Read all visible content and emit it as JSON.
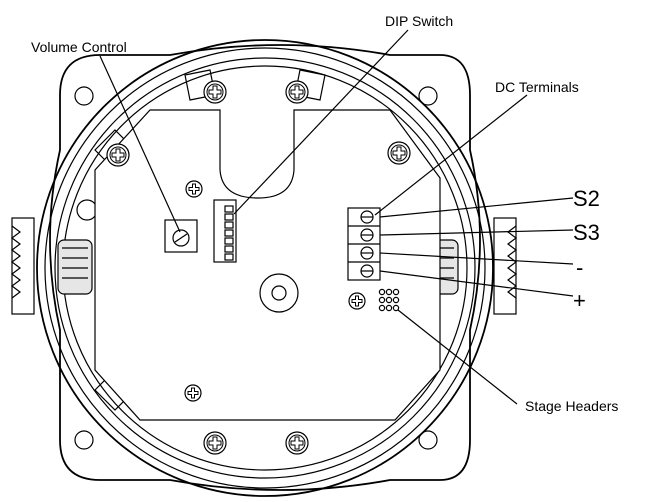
{
  "labels": {
    "dip_switch": "DIP Switch",
    "volume_control": "Volume Control",
    "dc_terminals": "DC Terminals",
    "s2": "S2",
    "s3": "S3",
    "minus": "-",
    "plus": "+",
    "stage_headers": "Stage Headers"
  }
}
